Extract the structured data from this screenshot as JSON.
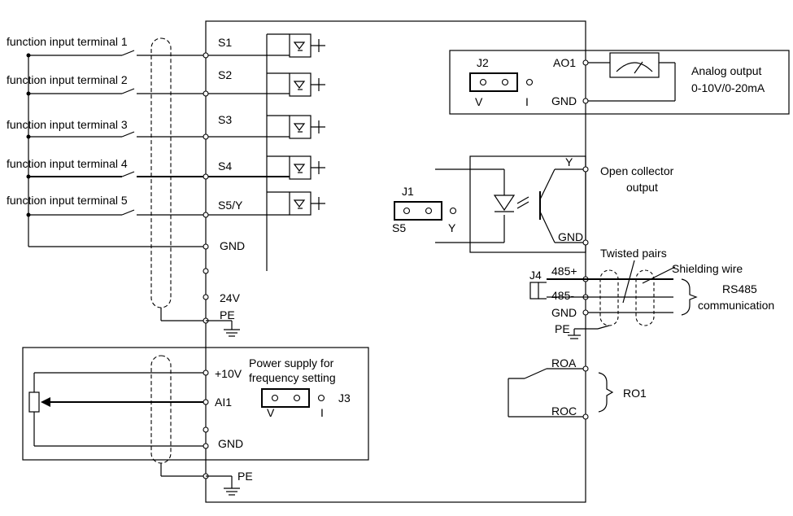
{
  "inputs": {
    "terminals": [
      {
        "label": "function input terminal 1",
        "pin": "S1"
      },
      {
        "label": "function input terminal 2",
        "pin": "S2"
      },
      {
        "label": "function input terminal 3",
        "pin": "S3"
      },
      {
        "label": "function input terminal 4",
        "pin": "S4"
      },
      {
        "label": "function input terminal 5",
        "pin": "S5/Y"
      }
    ],
    "gnd": "GND",
    "v24": "24V",
    "pe": "PE"
  },
  "analog_out": {
    "jumper": "J2",
    "jumper_v": "V",
    "jumper_i": "I",
    "ao1": "AO1",
    "gnd": "GND",
    "title": "Analog output",
    "range": "0-10V/0-20mA"
  },
  "open_collector": {
    "y": "Y",
    "gnd": "GND",
    "line1": "Open collector",
    "line2": "output",
    "jumper": "J1",
    "jumper_s5": "S5",
    "jumper_y": "Y"
  },
  "rs485": {
    "jumper": "J4",
    "plus": "485+",
    "minus": "485-",
    "gnd": "GND",
    "pe": "PE",
    "twisted": "Twisted pairs",
    "shield": "Shielding wire",
    "line1": "RS485",
    "line2": "communication"
  },
  "relay": {
    "roa": "ROA",
    "roc": "ROC",
    "name": "RO1"
  },
  "analog_in": {
    "v10": "+10V",
    "ai1": "AI1",
    "gnd": "GND",
    "pe": "PE",
    "note1": "Power supply for",
    "note2": "frequency setting",
    "jumper": "J3",
    "jumper_v": "V",
    "jumper_i": "I"
  },
  "colors": {
    "line": "#000000",
    "background": "#ffffff"
  }
}
